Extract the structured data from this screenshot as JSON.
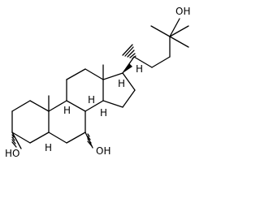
{
  "molecule": {
    "labels": {
      "oh_3": "HO",
      "oh_7": "OH",
      "oh_25": "OH",
      "h_5": "H",
      "h_8": "H",
      "h_9": "H",
      "h_14": "H",
      "h_17": "H",
      "h_20": "H"
    },
    "colors": {
      "line": "#000000",
      "text": "#000000",
      "background": "#ffffff"
    }
  }
}
